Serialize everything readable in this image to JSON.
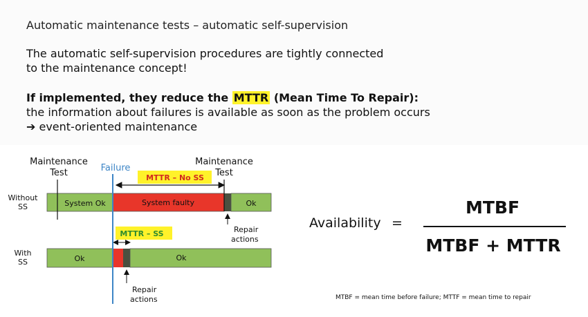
{
  "slide": {
    "title": "Automatic maintenance tests – automatic self-supervision",
    "para1_line1": "The automatic self-supervision procedures are tightly connected",
    "para1_line2": "to the maintenance concept!",
    "para2_pre": "If implemented, they reduce the",
    "para2_mttr": "MTTR",
    "para2_post": "(Mean Time To Repair):",
    "para2_line2": "the information about failures is available as soon as the problem occurs",
    "para2_line3": "➔ event-oriented maintenance"
  },
  "diagram": {
    "maint_test_left_l1": "Maintenance",
    "maint_test_left_l2": "Test",
    "maint_test_right_l1": "Maintenance",
    "maint_test_right_l2": "Test",
    "failure": "Failure",
    "mttr_no_ss": "MTTR – No SS",
    "mttr_ss": "MTTR – SS",
    "without_l1": "Without",
    "without_l2": "SS",
    "with_l1": "With",
    "with_l2": "SS",
    "system_ok": "System Ok",
    "system_faulty": "System faulty",
    "ok_right": "Ok",
    "ok_left": "Ok",
    "ok_mid": "Ok",
    "repair_top_l1": "Repair",
    "repair_top_l2": "actions",
    "repair_bottom_l1": "Repair",
    "repair_bottom_l2": "actions",
    "colors": {
      "green": "#90c05a",
      "red": "#e8362a",
      "dark": "#4a5040",
      "failure_line": "#3d85c6",
      "highlight": "#fff22a",
      "mttr_no_ss_text": "#d22a1e",
      "mttr_ss_text": "#2e8b2e"
    }
  },
  "formula": {
    "label": "Availability",
    "equals": "=",
    "numerator": "MTBF",
    "denominator": "MTBF + MTTR"
  },
  "footnote": "MTBF = mean time before failure; MTTF = mean time to repair"
}
